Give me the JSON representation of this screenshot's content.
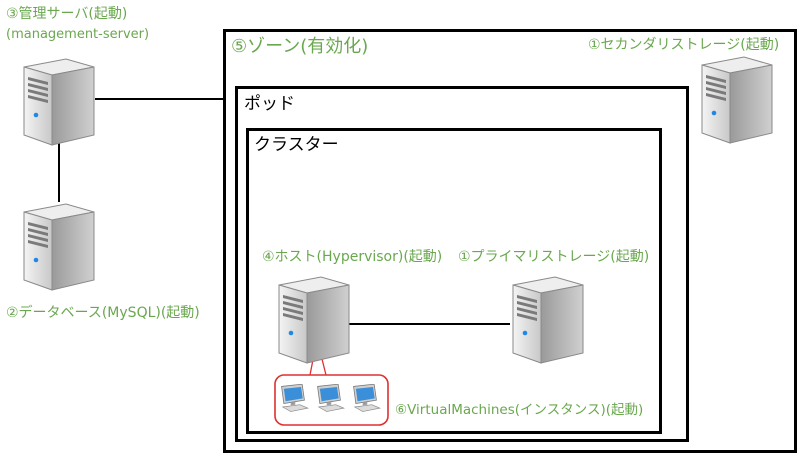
{
  "nodes": {
    "management_server": {
      "label": "③管理サーバ(起動)",
      "sublabel": "(management-server)"
    },
    "database": {
      "label": "②データベース(MySQL)(起動)"
    },
    "zone": {
      "label": "⑤ゾーン(有効化)"
    },
    "secondary_storage": {
      "label": "①セカンダリストレージ(起動)"
    },
    "pod": {
      "label": "ポッド"
    },
    "cluster": {
      "label": "クラスター"
    },
    "host": {
      "label": "④ホスト(Hypervisor)(起動)"
    },
    "primary_storage": {
      "label": "①プライマリストレージ(起動)"
    },
    "vms": {
      "label": "⑥VirtualMachines(インスタンス)(起動)"
    }
  },
  "colors": {
    "label_green": "#6aa84f",
    "vm_group_border": "#e03030",
    "server_body": "#d9d9d9"
  },
  "icons": {
    "server": "server-icon",
    "pc": "desktop-computer-icon"
  }
}
